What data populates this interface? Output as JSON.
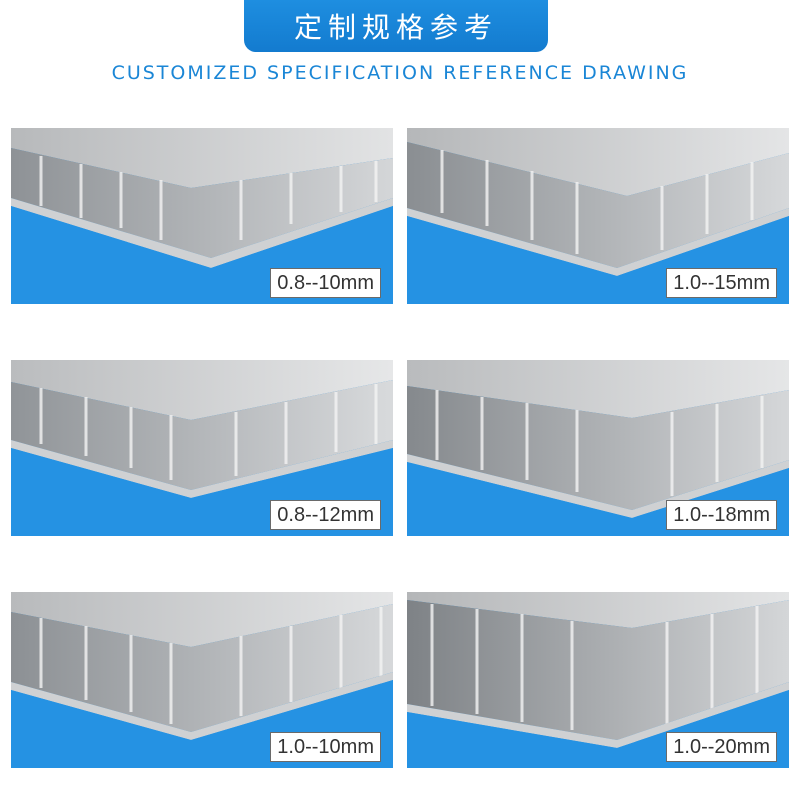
{
  "header": {
    "title_cn": "定制规格参考",
    "subtitle_en": "CUSTOMIZED SPECIFICATION REFERENCE DRAWING"
  },
  "colors": {
    "accent_blue": "#1e8ee0",
    "panel_blue": "#2592e3",
    "subtitle_blue": "#1a86d6"
  },
  "panels": [
    {
      "spec": "0.8--10mm"
    },
    {
      "spec": "1.0--15mm"
    },
    {
      "spec": "0.8--12mm"
    },
    {
      "spec": "1.0--18mm"
    },
    {
      "spec": "1.0--10mm"
    },
    {
      "spec": "1.0--20mm"
    }
  ]
}
